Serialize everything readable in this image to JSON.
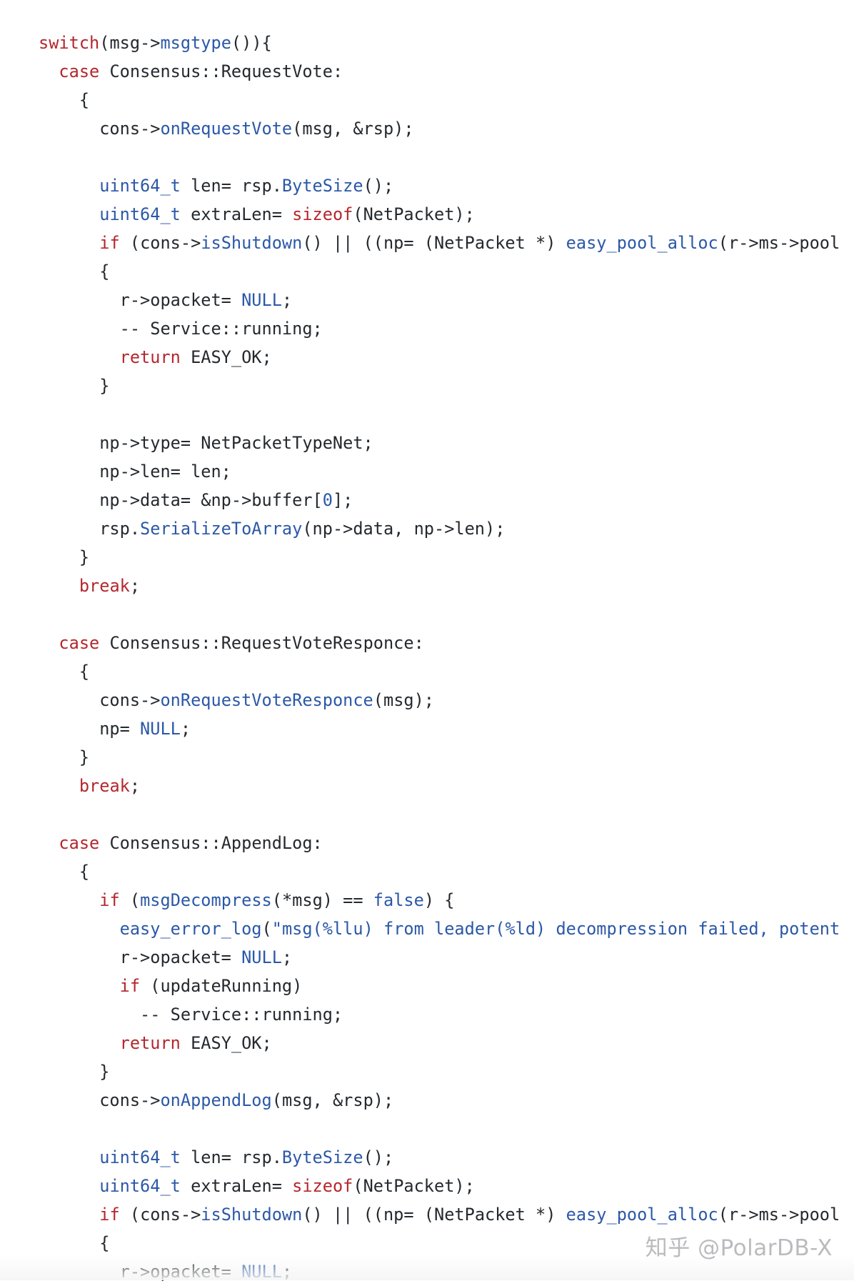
{
  "code": {
    "language": "cpp",
    "lines": [
      [
        {
          "t": "switch",
          "k": "kw"
        },
        {
          "t": "(msg->",
          "k": "plain"
        },
        {
          "t": "msgtype",
          "k": "fn"
        },
        {
          "t": "()){",
          "k": "plain"
        }
      ],
      [
        {
          "t": "  ",
          "k": "plain"
        },
        {
          "t": "case",
          "k": "kw"
        },
        {
          "t": " Consensus::RequestVote:",
          "k": "plain"
        }
      ],
      [
        {
          "t": "    {",
          "k": "plain"
        }
      ],
      [
        {
          "t": "      cons->",
          "k": "plain"
        },
        {
          "t": "onRequestVote",
          "k": "fn"
        },
        {
          "t": "(msg, &rsp);",
          "k": "plain"
        }
      ],
      [],
      [
        {
          "t": "      ",
          "k": "plain"
        },
        {
          "t": "uint64_t",
          "k": "ty"
        },
        {
          "t": " len= rsp.",
          "k": "plain"
        },
        {
          "t": "ByteSize",
          "k": "fn"
        },
        {
          "t": "();",
          "k": "plain"
        }
      ],
      [
        {
          "t": "      ",
          "k": "plain"
        },
        {
          "t": "uint64_t",
          "k": "ty"
        },
        {
          "t": " extraLen= ",
          "k": "plain"
        },
        {
          "t": "sizeof",
          "k": "kw"
        },
        {
          "t": "(NetPacket);",
          "k": "plain"
        }
      ],
      [
        {
          "t": "      ",
          "k": "plain"
        },
        {
          "t": "if",
          "k": "kw"
        },
        {
          "t": " (cons->",
          "k": "plain"
        },
        {
          "t": "isShutdown",
          "k": "fn"
        },
        {
          "t": "() || ((np= (NetPacket *) ",
          "k": "plain"
        },
        {
          "t": "easy_pool_alloc",
          "k": "fn"
        },
        {
          "t": "(r->ms->pool",
          "k": "plain"
        }
      ],
      [
        {
          "t": "      {",
          "k": "plain"
        }
      ],
      [
        {
          "t": "        r->opacket= ",
          "k": "plain"
        },
        {
          "t": "NULL",
          "k": "lit"
        },
        {
          "t": ";",
          "k": "plain"
        }
      ],
      [
        {
          "t": "        -- Service::running;",
          "k": "plain"
        }
      ],
      [
        {
          "t": "        ",
          "k": "plain"
        },
        {
          "t": "return",
          "k": "kw"
        },
        {
          "t": " EASY_OK;",
          "k": "plain"
        }
      ],
      [
        {
          "t": "      }",
          "k": "plain"
        }
      ],
      [],
      [
        {
          "t": "      np->type= NetPacketTypeNet;",
          "k": "plain"
        }
      ],
      [
        {
          "t": "      np->len= len;",
          "k": "plain"
        }
      ],
      [
        {
          "t": "      np->data= &np->buffer[",
          "k": "plain"
        },
        {
          "t": "0",
          "k": "lit"
        },
        {
          "t": "];",
          "k": "plain"
        }
      ],
      [
        {
          "t": "      rsp.",
          "k": "plain"
        },
        {
          "t": "SerializeToArray",
          "k": "fn"
        },
        {
          "t": "(np->data, np->len);",
          "k": "plain"
        }
      ],
      [
        {
          "t": "    }",
          "k": "plain"
        }
      ],
      [
        {
          "t": "    ",
          "k": "plain"
        },
        {
          "t": "break",
          "k": "kw"
        },
        {
          "t": ";",
          "k": "plain"
        }
      ],
      [],
      [
        {
          "t": "  ",
          "k": "plain"
        },
        {
          "t": "case",
          "k": "kw"
        },
        {
          "t": " Consensus::RequestVoteResponce:",
          "k": "plain"
        }
      ],
      [
        {
          "t": "    {",
          "k": "plain"
        }
      ],
      [
        {
          "t": "      cons->",
          "k": "plain"
        },
        {
          "t": "onRequestVoteResponce",
          "k": "fn"
        },
        {
          "t": "(msg);",
          "k": "plain"
        }
      ],
      [
        {
          "t": "      np= ",
          "k": "plain"
        },
        {
          "t": "NULL",
          "k": "lit"
        },
        {
          "t": ";",
          "k": "plain"
        }
      ],
      [
        {
          "t": "    }",
          "k": "plain"
        }
      ],
      [
        {
          "t": "    ",
          "k": "plain"
        },
        {
          "t": "break",
          "k": "kw"
        },
        {
          "t": ";",
          "k": "plain"
        }
      ],
      [],
      [
        {
          "t": "  ",
          "k": "plain"
        },
        {
          "t": "case",
          "k": "kw"
        },
        {
          "t": " Consensus::AppendLog:",
          "k": "plain"
        }
      ],
      [
        {
          "t": "    {",
          "k": "plain"
        }
      ],
      [
        {
          "t": "      ",
          "k": "plain"
        },
        {
          "t": "if",
          "k": "kw"
        },
        {
          "t": " (",
          "k": "plain"
        },
        {
          "t": "msgDecompress",
          "k": "fn"
        },
        {
          "t": "(*msg) == ",
          "k": "plain"
        },
        {
          "t": "false",
          "k": "lit"
        },
        {
          "t": ") {",
          "k": "plain"
        }
      ],
      [
        {
          "t": "        ",
          "k": "plain"
        },
        {
          "t": "easy_error_log",
          "k": "fn"
        },
        {
          "t": "(",
          "k": "plain"
        },
        {
          "t": "\"msg(%llu) from leader(%ld) decompression failed, potent",
          "k": "str"
        }
      ],
      [
        {
          "t": "        r->opacket= ",
          "k": "plain"
        },
        {
          "t": "NULL",
          "k": "lit"
        },
        {
          "t": ";",
          "k": "plain"
        }
      ],
      [
        {
          "t": "        ",
          "k": "plain"
        },
        {
          "t": "if",
          "k": "kw"
        },
        {
          "t": " (updateRunning)",
          "k": "plain"
        }
      ],
      [
        {
          "t": "          -- Service::running;",
          "k": "plain"
        }
      ],
      [
        {
          "t": "        ",
          "k": "plain"
        },
        {
          "t": "return",
          "k": "kw"
        },
        {
          "t": " EASY_OK;",
          "k": "plain"
        }
      ],
      [
        {
          "t": "      }",
          "k": "plain"
        }
      ],
      [
        {
          "t": "      cons->",
          "k": "plain"
        },
        {
          "t": "onAppendLog",
          "k": "fn"
        },
        {
          "t": "(msg, &rsp);",
          "k": "plain"
        }
      ],
      [],
      [
        {
          "t": "      ",
          "k": "plain"
        },
        {
          "t": "uint64_t",
          "k": "ty"
        },
        {
          "t": " len= rsp.",
          "k": "plain"
        },
        {
          "t": "ByteSize",
          "k": "fn"
        },
        {
          "t": "();",
          "k": "plain"
        }
      ],
      [
        {
          "t": "      ",
          "k": "plain"
        },
        {
          "t": "uint64_t",
          "k": "ty"
        },
        {
          "t": " extraLen= ",
          "k": "plain"
        },
        {
          "t": "sizeof",
          "k": "kw"
        },
        {
          "t": "(NetPacket);",
          "k": "plain"
        }
      ],
      [
        {
          "t": "      ",
          "k": "plain"
        },
        {
          "t": "if",
          "k": "kw"
        },
        {
          "t": " (cons->",
          "k": "plain"
        },
        {
          "t": "isShutdown",
          "k": "fn"
        },
        {
          "t": "() || ((np= (NetPacket *) ",
          "k": "plain"
        },
        {
          "t": "easy_pool_alloc",
          "k": "fn"
        },
        {
          "t": "(r->ms->pool",
          "k": "plain"
        }
      ],
      [
        {
          "t": "      {",
          "k": "plain"
        }
      ],
      [
        {
          "t": "        r->opacket= ",
          "k": "plain"
        },
        {
          "t": "NULL",
          "k": "lit"
        },
        {
          "t": ";",
          "k": "plain"
        }
      ]
    ]
  },
  "watermark": "知乎 @PolarDB-X",
  "colors": {
    "keyword": "#b4272d",
    "function": "#2b58a7",
    "text": "#24292e",
    "background": "#ffffff"
  }
}
